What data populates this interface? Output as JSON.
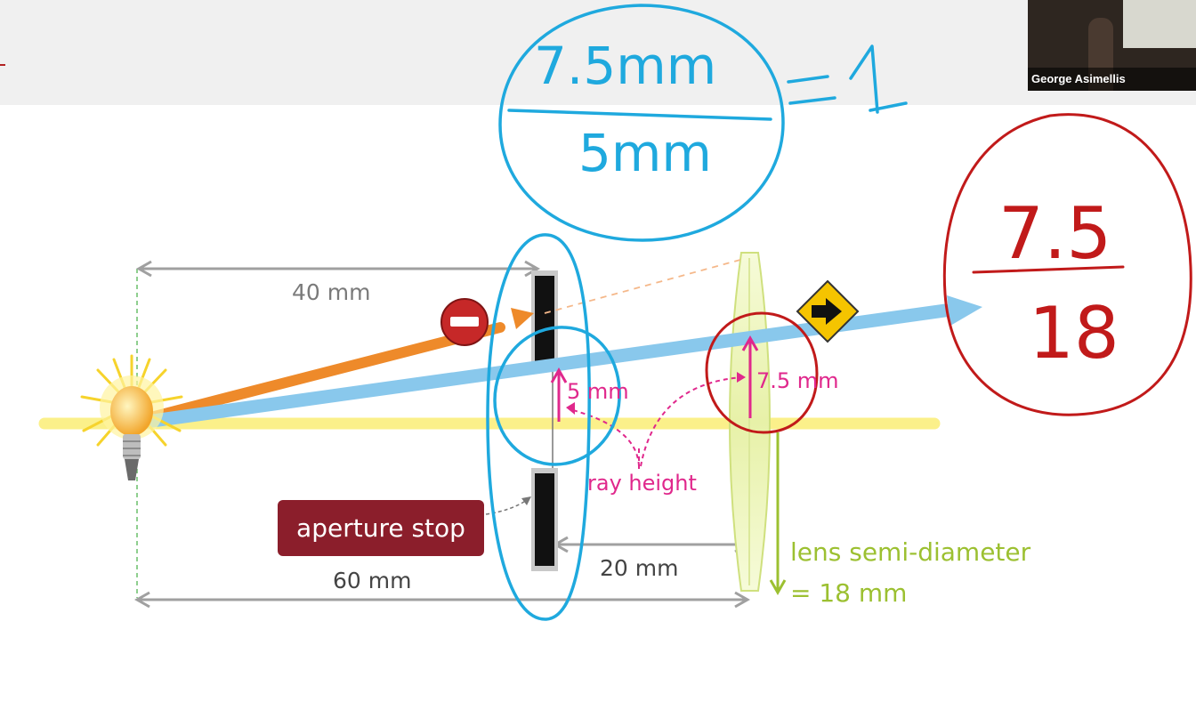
{
  "participant": {
    "name": "George Asimellis"
  },
  "diagram": {
    "labels": {
      "dist_40": "40 mm",
      "dist_60": "60 mm",
      "dist_20": "20 mm",
      "height_5": "5 mm",
      "height_7_5": "7.5 mm",
      "ray_height": "ray height",
      "aperture_stop": "aperture stop",
      "lens_line1": "lens semi-diameter",
      "lens_line2": "= 18 mm"
    }
  },
  "annotations": {
    "blue_numerator": "7.5mm",
    "blue_denominator": "5mm",
    "blue_result": "= 1",
    "red_numerator": "7.5",
    "red_denominator": "18"
  },
  "colors": {
    "blue_ray": "#89c8ec",
    "orange_ray": "#ee8a2a",
    "axis": "#fbf08a",
    "pink": "#e0288c",
    "lens_green": "#9cc031",
    "blue_ink": "#1fa9de",
    "red_ink": "#c11a1a",
    "stop_red": "#8b1e2b"
  }
}
